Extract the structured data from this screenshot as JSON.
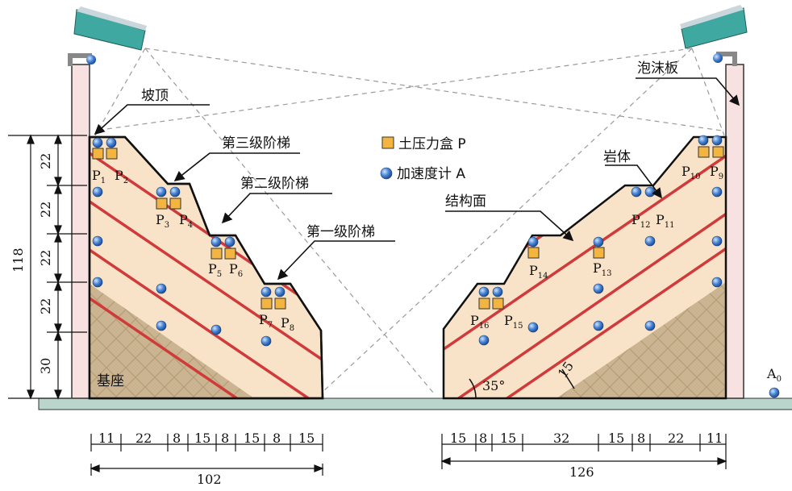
{
  "labels": {
    "slope_top": "坡顶",
    "step3": "第三级阶梯",
    "step2": "第二级阶梯",
    "step1": "第一级阶梯",
    "base": "基座",
    "structural_plane": "结构面",
    "rock": "岩体",
    "foam_board": "泡沫板",
    "angle": "35°",
    "joint_spacing": "15"
  },
  "legend": {
    "pressure_box": "土压力盒 P",
    "accelerometer": "加速度计 A"
  },
  "pressure_labels": [
    {
      "main": "P",
      "sub": "1"
    },
    {
      "main": "P",
      "sub": "2"
    },
    {
      "main": "P",
      "sub": "3"
    },
    {
      "main": "P",
      "sub": "4"
    },
    {
      "main": "P",
      "sub": "5"
    },
    {
      "main": "P",
      "sub": "6"
    },
    {
      "main": "P",
      "sub": "7"
    },
    {
      "main": "P",
      "sub": "8"
    },
    {
      "main": "P",
      "sub": "9"
    },
    {
      "main": "P",
      "sub": "10"
    },
    {
      "main": "P",
      "sub": "11"
    },
    {
      "main": "P",
      "sub": "12"
    },
    {
      "main": "P",
      "sub": "13"
    },
    {
      "main": "P",
      "sub": "14"
    },
    {
      "main": "P",
      "sub": "15"
    },
    {
      "main": "P",
      "sub": "16"
    }
  ],
  "ground_sensor": {
    "main": "A",
    "sub": "0"
  },
  "dimensions": {
    "total_height": "118",
    "left_heights": [
      "22",
      "22",
      "22",
      "22",
      "30"
    ],
    "left_widths": [
      "11",
      "22",
      "8",
      "15",
      "8",
      "15",
      "8",
      "15"
    ],
    "left_total": "102",
    "right_widths": [
      "15",
      "8",
      "15",
      "32",
      "15",
      "8",
      "22",
      "11"
    ],
    "right_total": "126"
  },
  "colors": {
    "rock_fill": "#f8e3c8",
    "base_fill": "#c9b28f",
    "joint_line": "#d03a3a",
    "post_fill": "#f7e1e1",
    "ground_fill": "#b9d5cc",
    "pressure_box": "#f3b53f",
    "accelerometer": "#3d7fd0",
    "camera": "#3fa8a0"
  }
}
